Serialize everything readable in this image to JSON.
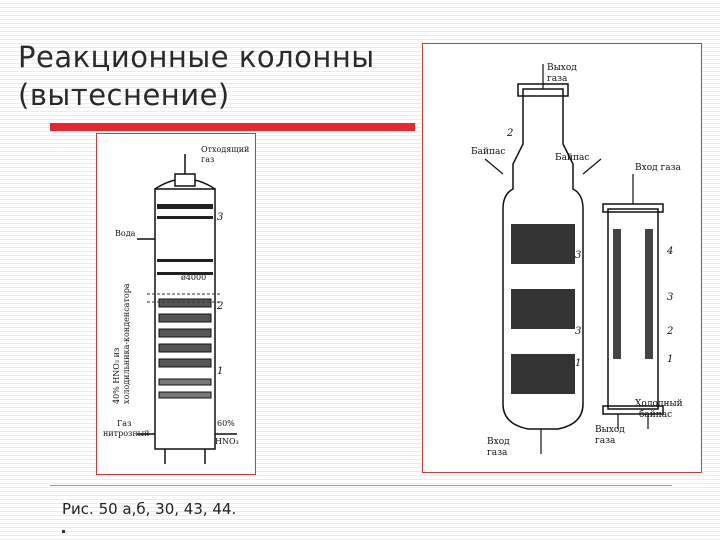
{
  "slide": {
    "title_line1": "Реакционные колонны",
    "title_line2": "(вытеснение)",
    "caption": "Рис. 50 а,б, 30, 43, 44."
  },
  "figure_a": {
    "offgas": "Отходящий",
    "offgas2": "газ",
    "water": "Вода",
    "size": "ø4000",
    "condensate": "40% HNO₃ из",
    "condensate2": "холодильника-конденсатора",
    "gas": "Газ",
    "gas2": "нитрозный",
    "acid": "60%",
    "acid2": "HNO₃",
    "marks": [
      "3",
      "2",
      "1"
    ]
  },
  "figure_b": {
    "out_gas": "Выход",
    "out_gas2": "газа",
    "bypass": "Байпас",
    "in_gas": "Вход газа",
    "in_gas_bottom": "Вход",
    "in_gas_bottom2": "газа",
    "out_gas_bottom": "Выход",
    "out_gas_bottom2": "газа",
    "cold_bypass": "Холодный",
    "cold_bypass2": "байпас",
    "marks_left": [
      "2",
      "3",
      "3",
      "1"
    ],
    "marks_right": [
      "4",
      "3",
      "2",
      "1"
    ]
  },
  "colors": {
    "accent": "#e8262c",
    "frame": "#dd3333",
    "text": "#2a2a2a"
  }
}
